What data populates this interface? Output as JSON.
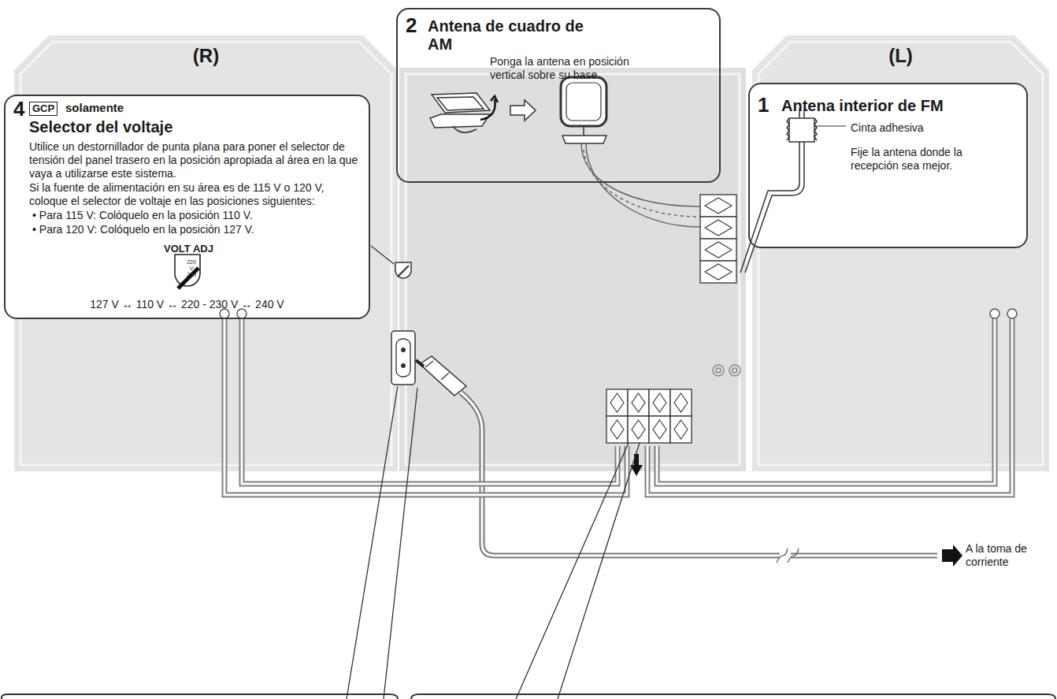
{
  "diagram": {
    "nodes": [
      {
        "text": [
          "(R)"
        ]
      },
      {
        "text": [
          "2",
          "Antena de cuadro de AM",
          "Ponga la antena en posición vertical sobre su base."
        ]
      },
      {
        "text": [
          "(L)"
        ]
      },
      {
        "text": [
          "4",
          "GCP",
          "solamente",
          "Selector del voltaje",
          "Utilice un destornillador de punta plana para poner el selector de tensión del panel trasero en la posición apropiada al área en la que vaya a utilizarse este sistema.",
          "Si la fuente de alimentación en su área es de 115 V o 120 V, coloque el selector de voltaje en las posiciones siguientes:",
          "• Para 115 V: Colóquelo en la posición 110 V.",
          "• Para 120 V: Colóquelo en la posición 127 V.",
          "VOLT ADJ",
          "220",
          "V",
          "230",
          "127 V ↔ 110 V ↔ 220 - 230 V ↔ 240 V"
        ]
      },
      {
        "text": [
          "1",
          "Antena interior de FM",
          "Cinta adhesiva",
          "Fije la antena donde la recepción sea mejor."
        ]
      }
    ],
    "labels": [
      "A la toma de corriente"
    ]
  }
}
